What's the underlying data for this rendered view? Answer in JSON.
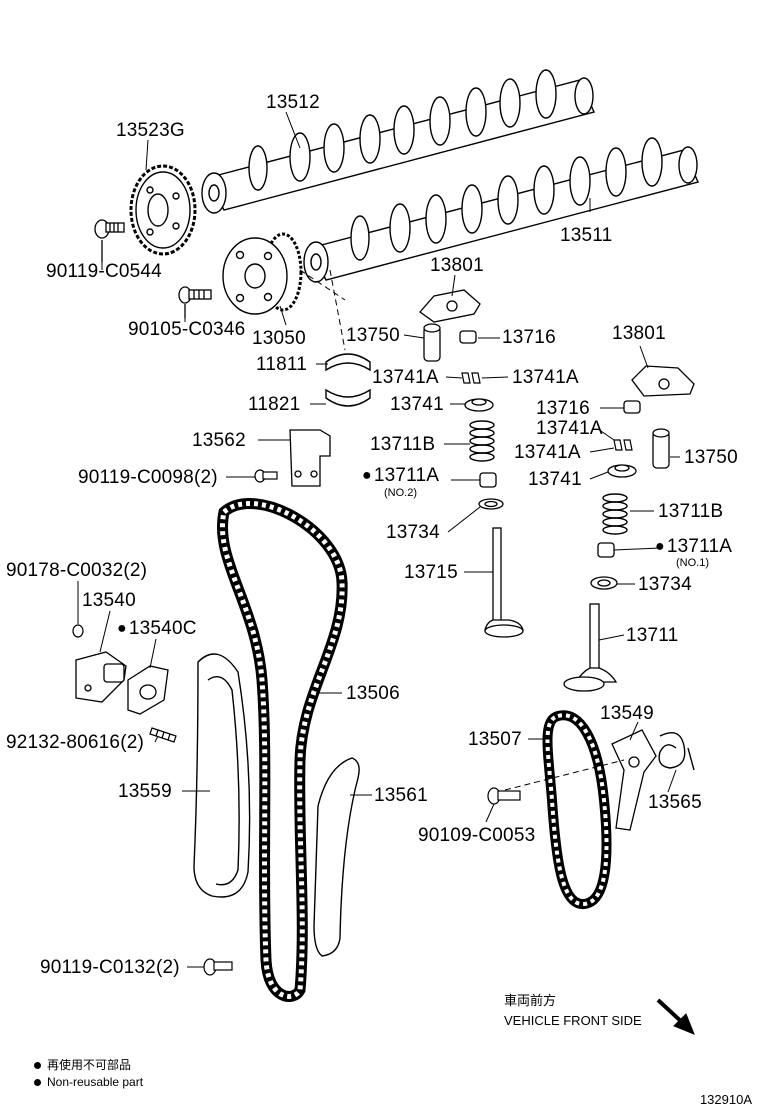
{
  "labels": {
    "p13512": "13512",
    "p13523G": "13523G",
    "p90119_C0544": "90119-C0544",
    "p13511": "13511",
    "p13801a": "13801",
    "p90105_C0346": "90105-C0346",
    "p13050": "13050",
    "p13750a": "13750",
    "p13716a": "13716",
    "p13801b": "13801",
    "p11811": "11811",
    "p13741Aa": "13741A",
    "p13741Ab": "13741A",
    "p11821": "11821",
    "p13741a": "13741",
    "p13716b": "13716",
    "p13741Ac": "13741A",
    "p13562": "13562",
    "p13711Ba": "13711B",
    "p13741Ad": "13741A",
    "p13750b": "13750",
    "p90119_C0098": "90119-C0098(2)",
    "p13711Aa": "13711A",
    "p13741b": "13741",
    "p13711Bb": "13711B",
    "p13734a": "13734",
    "p13711Ab": "13711A",
    "p90178_C0032": "90178-C0032(2)",
    "p13715": "13715",
    "p13734b": "13734",
    "p13540": "13540",
    "p13540C": "13540C",
    "p13711": "13711",
    "p13506": "13506",
    "p92132_80616": "92132-80616(2)",
    "p13549": "13549",
    "p13507": "13507",
    "p13559": "13559",
    "p13561": "13561",
    "p13565": "13565",
    "p90109_C0053": "90109-C0053",
    "p90119_C0132": "90119-C0132(2)"
  },
  "sublabels": {
    "no2": "(NO.2)",
    "no1": "(NO.1)"
  },
  "direction": {
    "japanese": "車両前方",
    "english": "VEHICLE FRONT SIDE"
  },
  "legend": {
    "japanese": "再使用不可部品",
    "english": "Non-reusable part"
  },
  "figure_number": "132910A"
}
